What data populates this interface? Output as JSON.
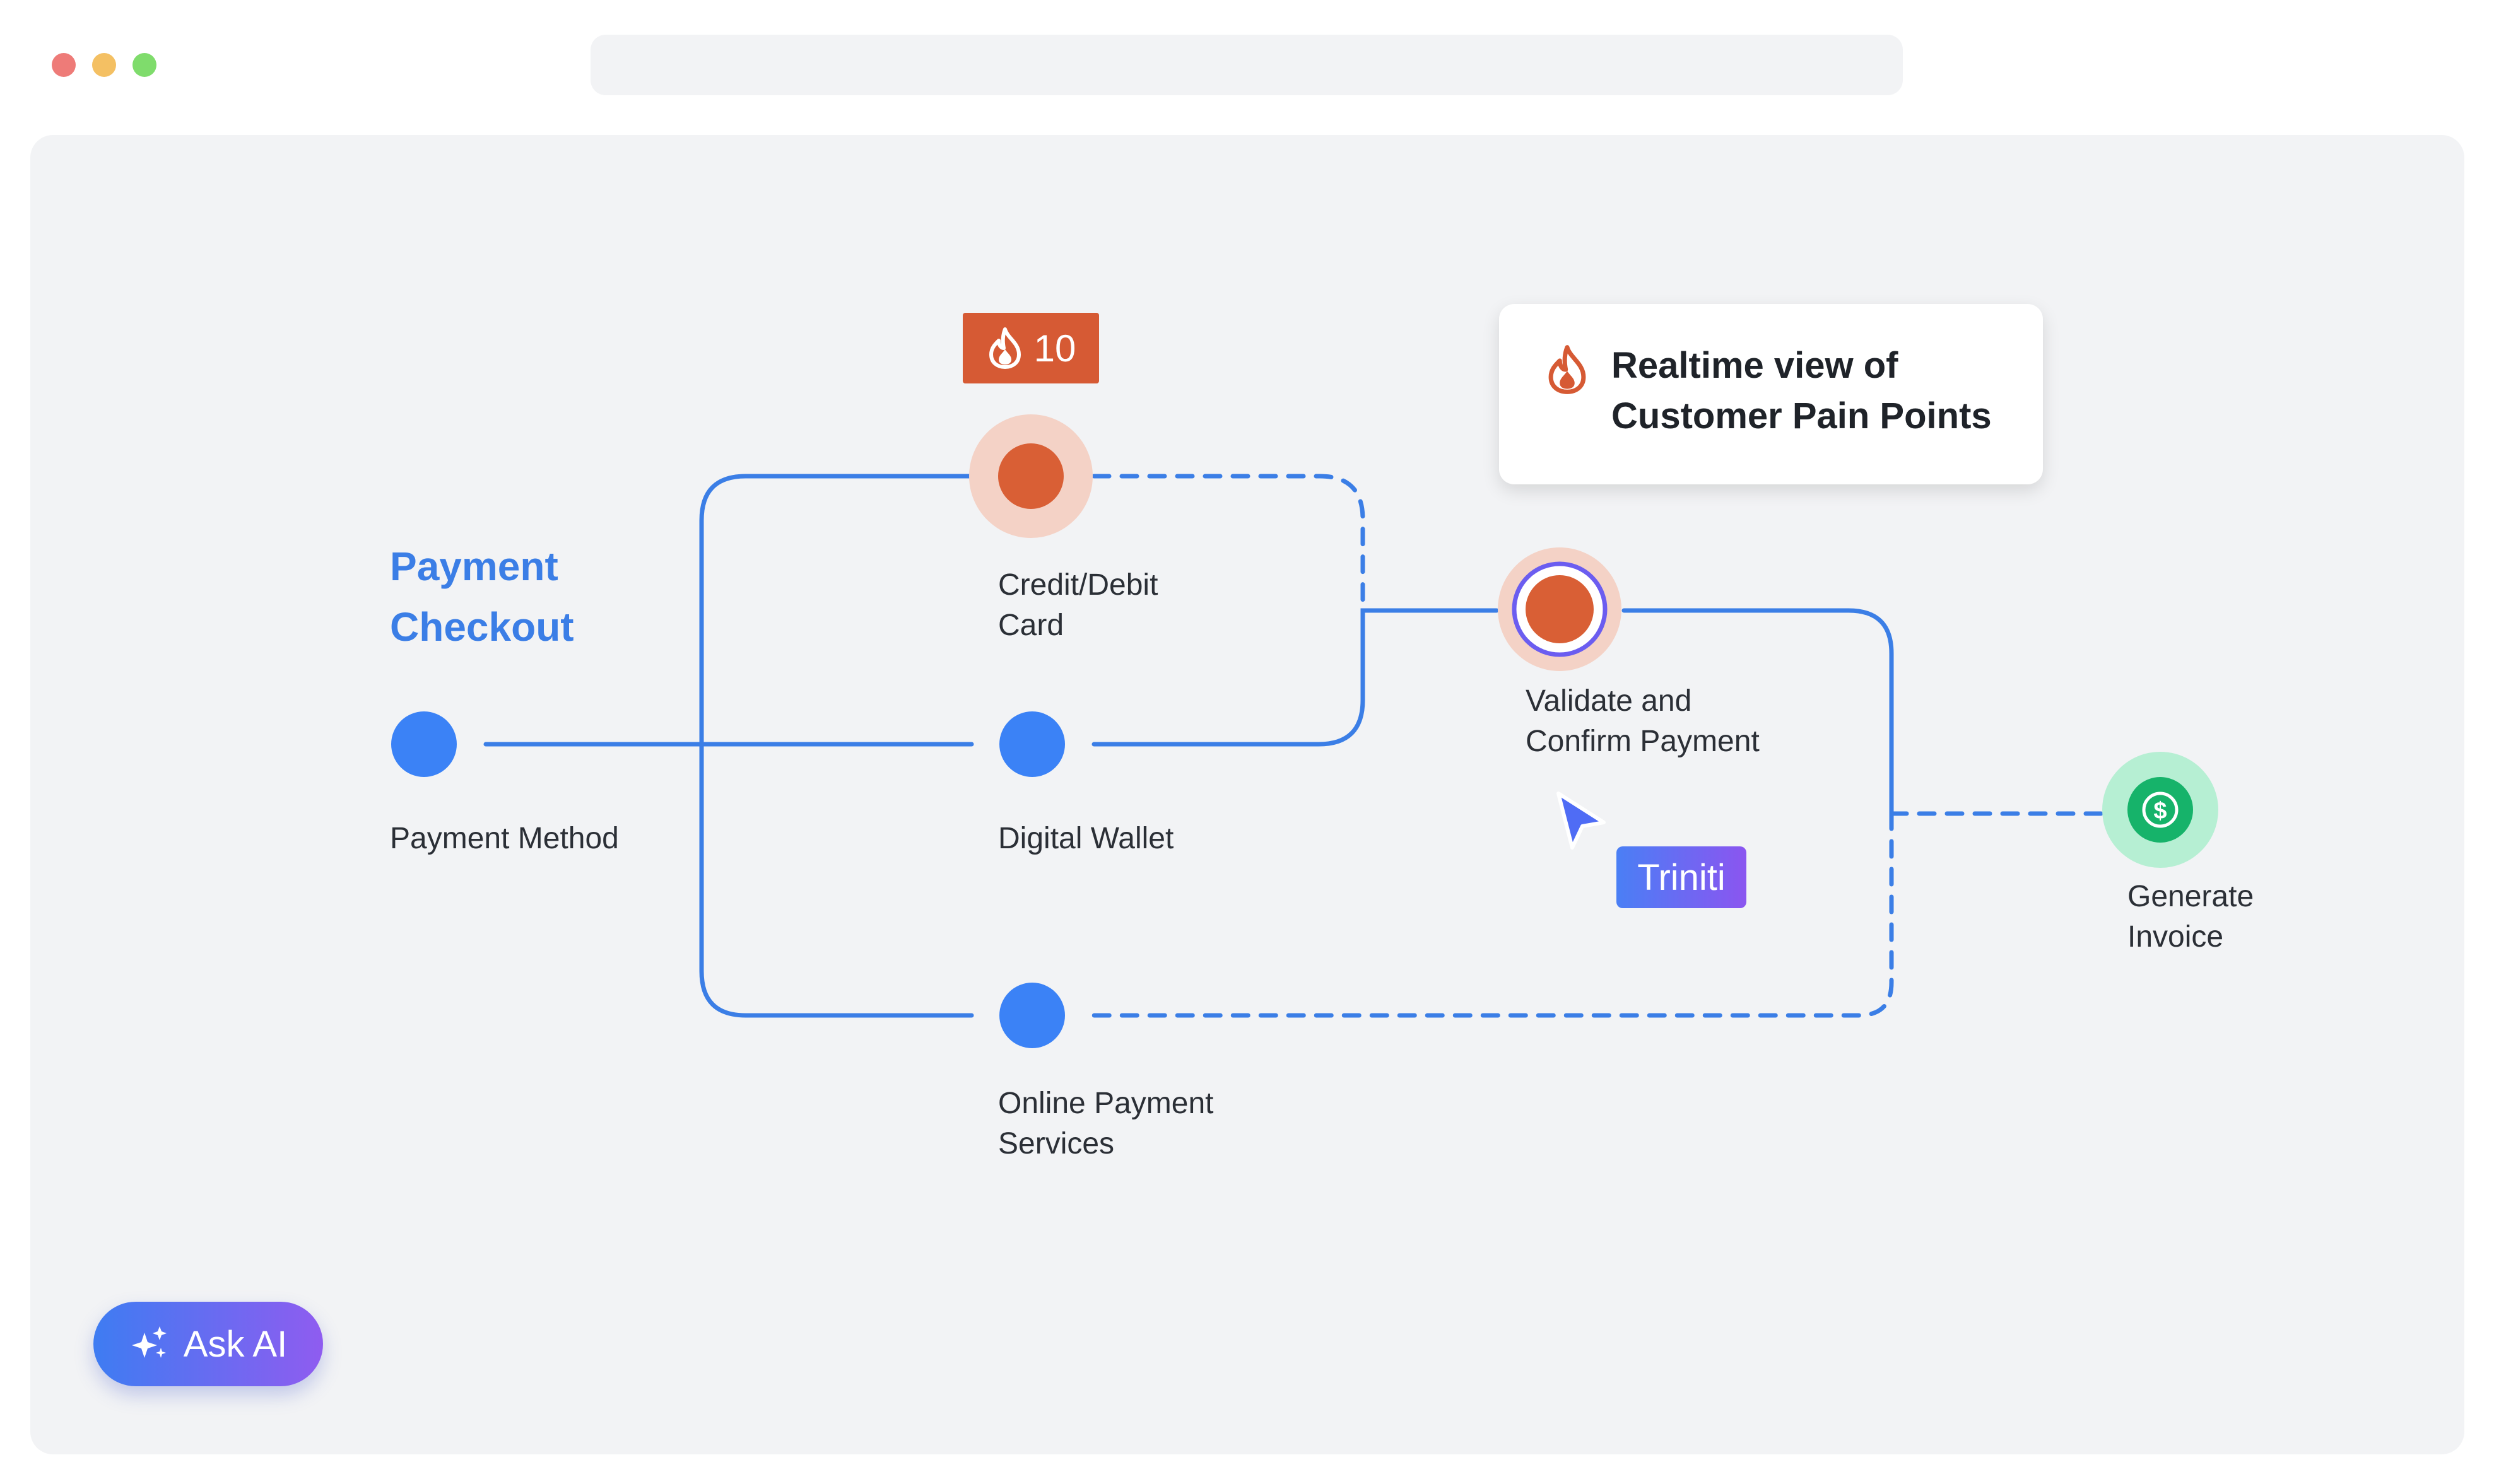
{
  "flow": {
    "title": "Payment\nCheckout",
    "nodes": {
      "payment_method": "Payment Method",
      "credit_debit_card": "Credit/Debit\nCard",
      "digital_wallet": "Digital Wallet",
      "online_payment_services": "Online Payment\nServices",
      "validate_confirm": "Validate and\nConfirm Payment",
      "generate_invoice": "Generate\nInvoice"
    },
    "hotspot_count": "10"
  },
  "info_card": {
    "text": "Realtime view of\nCustomer Pain Points"
  },
  "collaborator": {
    "name": "Triniti"
  },
  "ask_ai": {
    "label": "Ask AI"
  },
  "colors": {
    "accent_blue": "#3b7ee6",
    "pain_orange": "#d65a34",
    "invoice_green": "#16b36a"
  },
  "icons": {
    "counter": "flame-icon",
    "card": "flame-icon",
    "invoice": "dollar-coin-icon",
    "cursor": "pointer-cursor-icon",
    "ask_ai": "sparkles-icon"
  }
}
